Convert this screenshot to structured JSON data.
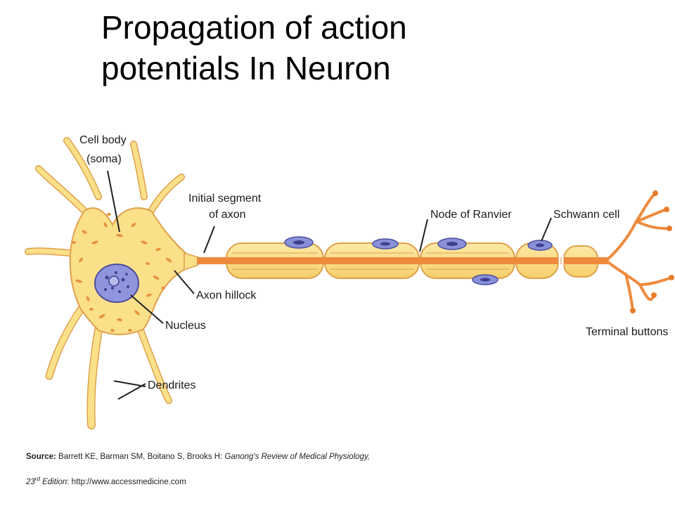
{
  "title": {
    "line1": "Propagation of action",
    "line2": "potentials In Neuron"
  },
  "labels": {
    "cell_body": "Cell body",
    "soma": "(soma)",
    "initial_segment_1": "Initial segment",
    "initial_segment_2": "of axon",
    "node_of_ranvier": "Node of Ranvier",
    "schwann_cell": "Schwann cell",
    "axon_hillock": "Axon hillock",
    "nucleus": "Nucleus",
    "dendrites": "Dendrites",
    "terminal_buttons": "Terminal buttons"
  },
  "source": {
    "prefix": "Source:",
    "authors": " Barrett KE, Barman SM, Boitano S, Brooks H: ",
    "book": "Ganong's Review of Medical Physiology,",
    "edition_num": "23",
    "edition_sup": "rd",
    "edition_word": " Edition",
    "url_label": ": http://www.accessmedicine.com"
  },
  "colors": {
    "membrane_fill": "#fbe08a",
    "membrane_stroke": "#e0a04a",
    "axon": "#ee8a3c",
    "nucleus_fill": "#8f95dd",
    "schwann_nucleus": "#8890d8",
    "leader": "#222222"
  }
}
